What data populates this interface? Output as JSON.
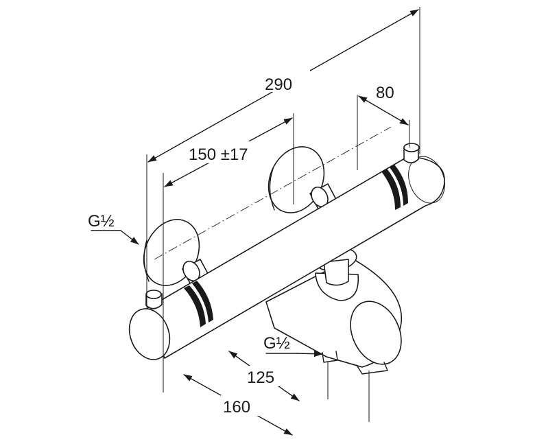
{
  "diagram": {
    "labels": {
      "overall_width": "290",
      "outlet_offset": "80",
      "inlet_spacing": "150 ±17",
      "inlet_thread": "G½",
      "outlet_thread": "G½",
      "spout_offset": "125",
      "spout_projection": "160"
    }
  }
}
